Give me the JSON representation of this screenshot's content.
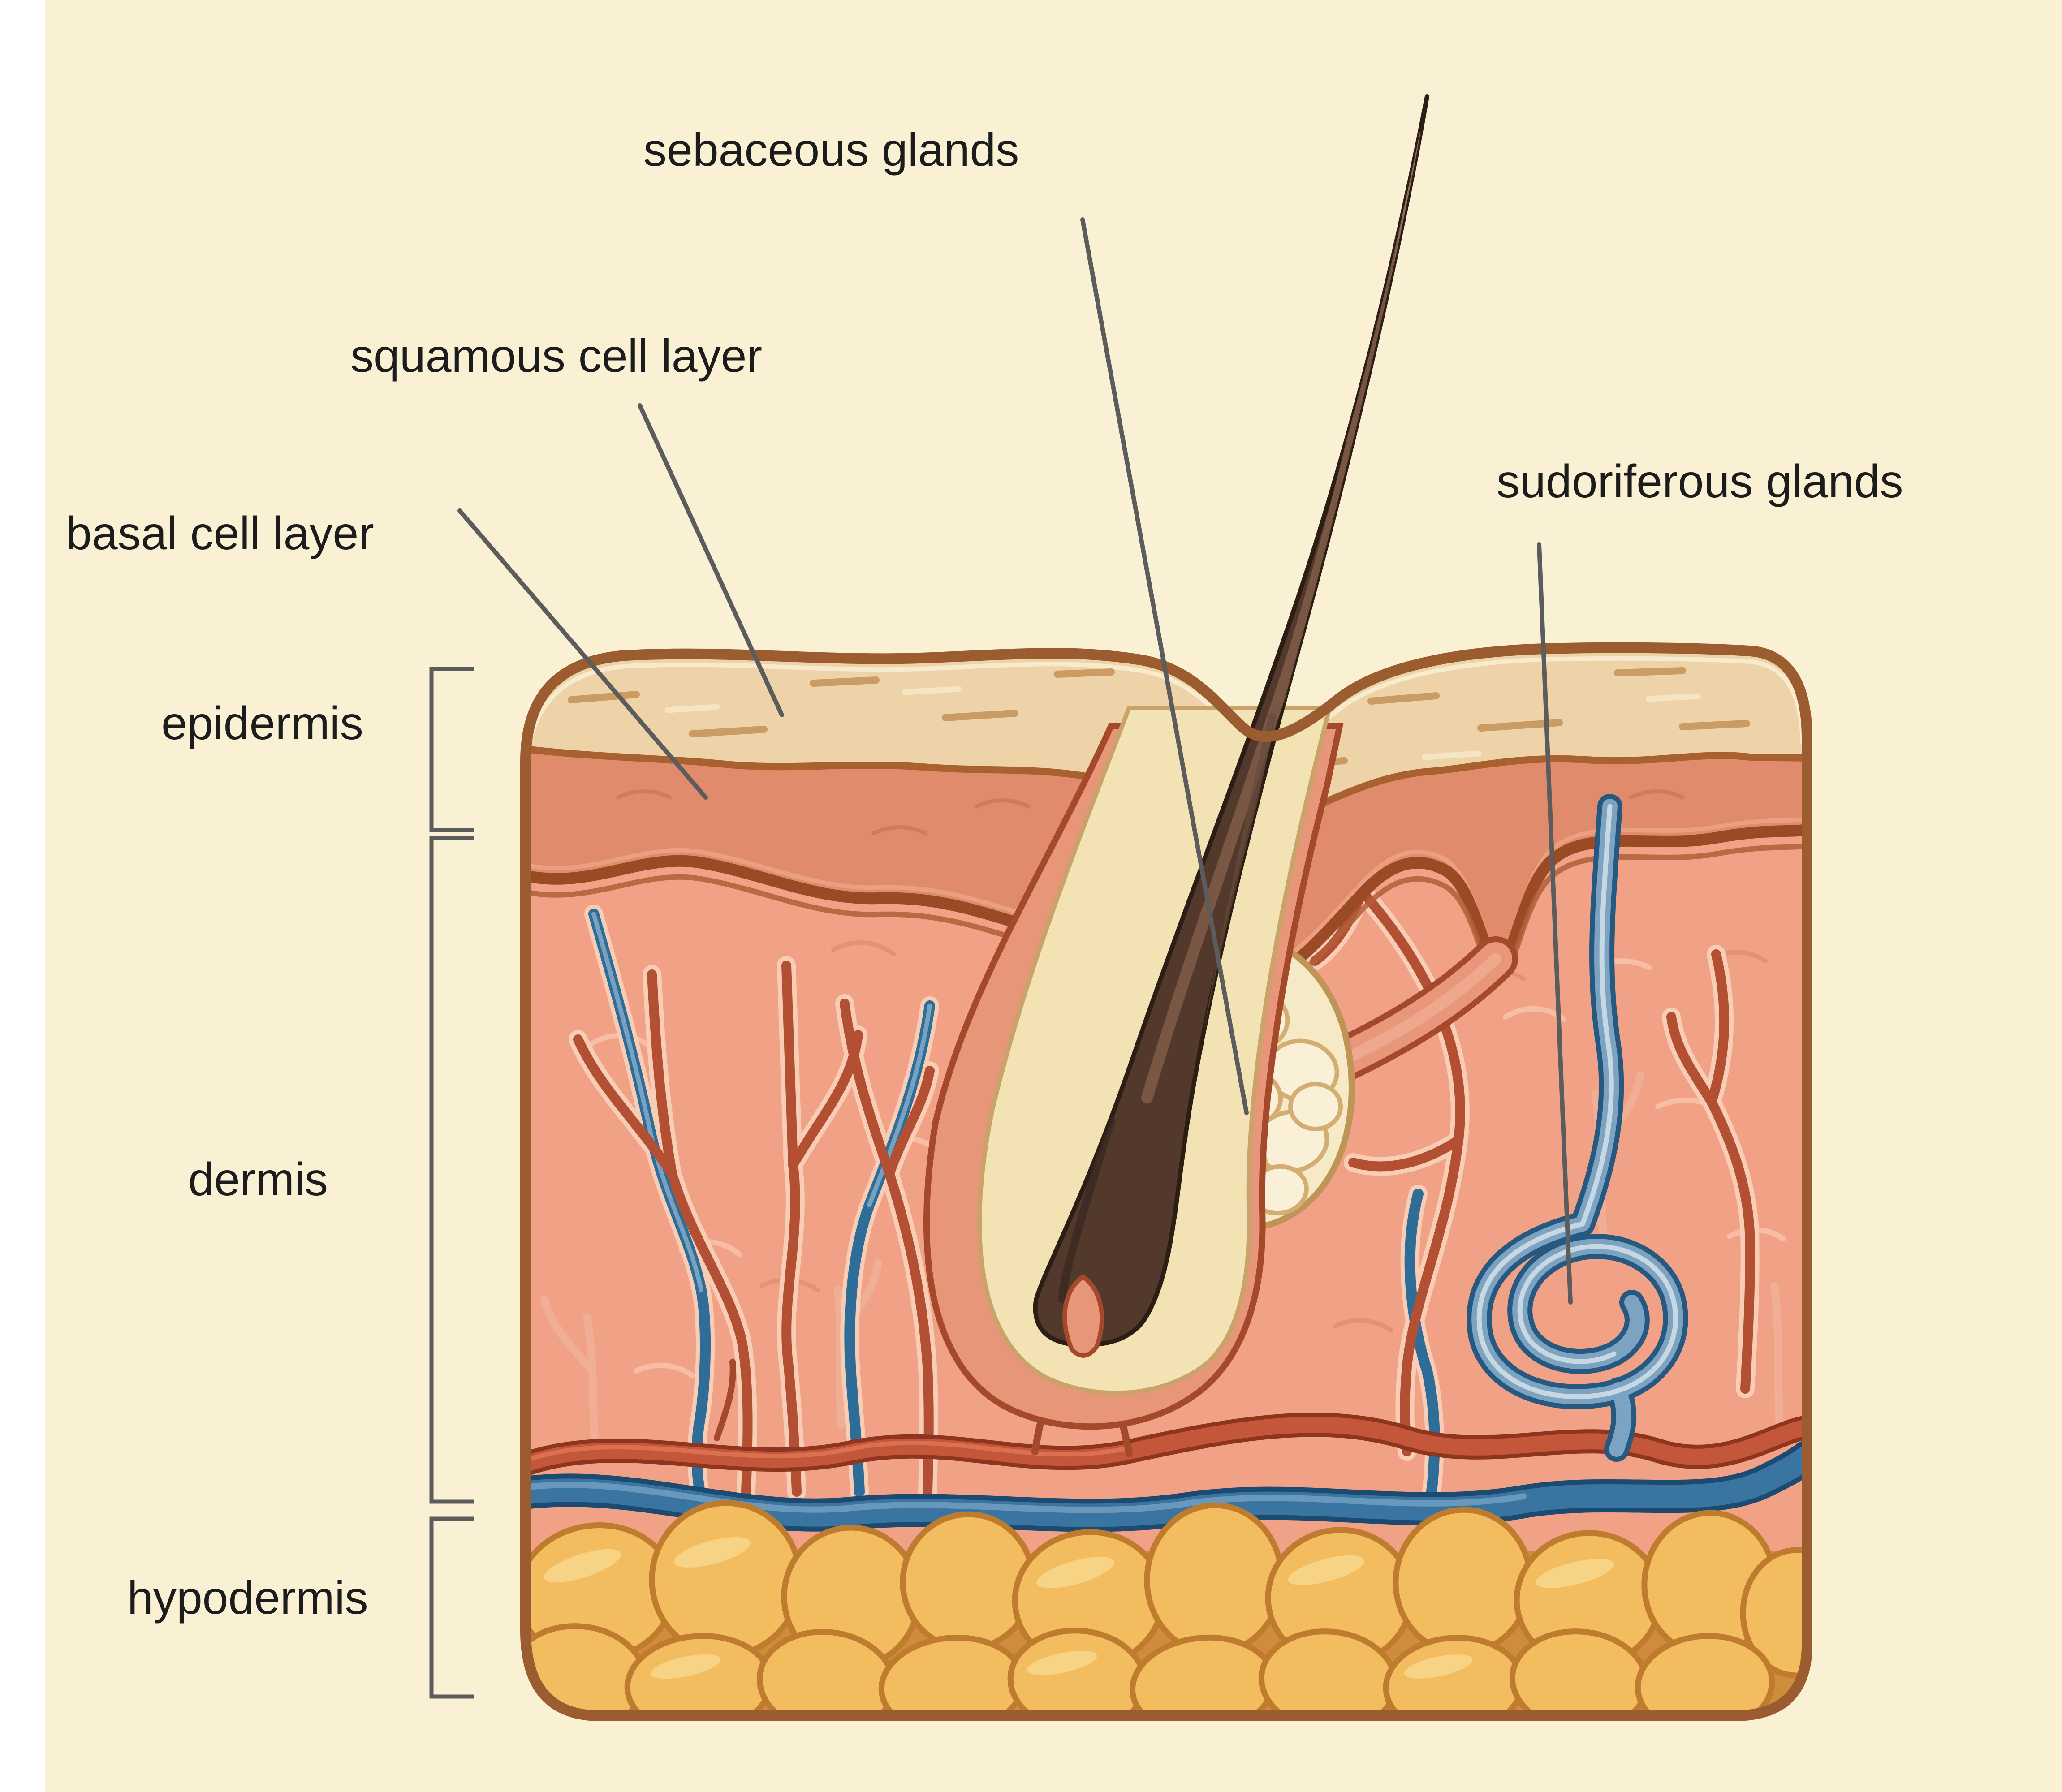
{
  "diagram": {
    "type": "anatomy-skin-cross-section",
    "labels": {
      "sebaceous_glands": "sebaceous glands",
      "squamous_cell_layer": "squamous cell layer",
      "basal_cell_layer": "basal cell layer",
      "sudoriferous_glands": "sudoriferous glands",
      "epidermis": "epidermis",
      "dermis": "dermis",
      "hypodermis": "hypodermis"
    },
    "colors": {
      "background": "#faf1d5",
      "left_margin_strip": "#ffffff",
      "text": "#1c1c1c",
      "annotation_lines": "#5c5c5c",
      "block_border": "#9b5c30",
      "stratum_corneum_tan": "#eed3a8",
      "epidermis_dark_salmon": "#e18b6d",
      "dermis_salmon": "#f1a186",
      "hair_brown": "#53392c",
      "follicle_cream_sheath": "#f2e2b4",
      "follicle_salmon_sheath": "#e8967a",
      "sebaceous_gland_cream": "#f6e9c6",
      "artery_red": "#c4563a",
      "vein_blue": "#3a74a0",
      "sweat_gland_blue": "#7ca3c2",
      "fat_yellow": "#f3bc5e",
      "fat_crevice": "#cf8c3a"
    }
  }
}
